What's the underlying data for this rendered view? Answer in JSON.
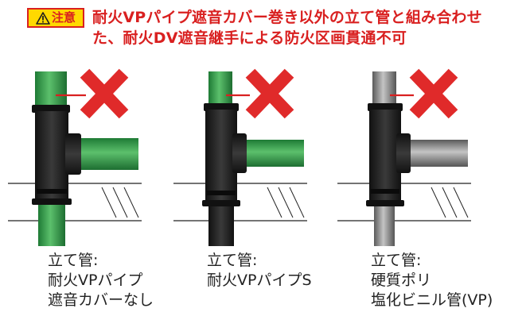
{
  "notice": {
    "badge_label": "注意",
    "icon": "warning-triangle-icon",
    "title_line1": "耐火VPパイプ遮音カバー巻き以外の立て管と組み合わせ",
    "title_line2": "た、耐火DV遮音継手による防火区画貫通不可"
  },
  "colors": {
    "accent_red": "#d92020",
    "badge_yellow": "#ffd900",
    "green_pipe": "#2f9a4a",
    "gray_pipe": "#8c8c8c",
    "fitting_black": "#1e1e1e"
  },
  "cases": [
    {
      "mark": "cross-icon",
      "caption_line1": "立て管:",
      "caption_line2": "耐火VPパイプ",
      "caption_line3": "遮音カバーなし"
    },
    {
      "mark": "cross-icon",
      "caption_line1": "立て管:",
      "caption_line2": "耐火VPパイプS",
      "caption_line3": ""
    },
    {
      "mark": "cross-icon",
      "caption_line1": "立て管:",
      "caption_line2": "硬質ポリ",
      "caption_line3": "塩化ビニル管(VP)"
    }
  ]
}
